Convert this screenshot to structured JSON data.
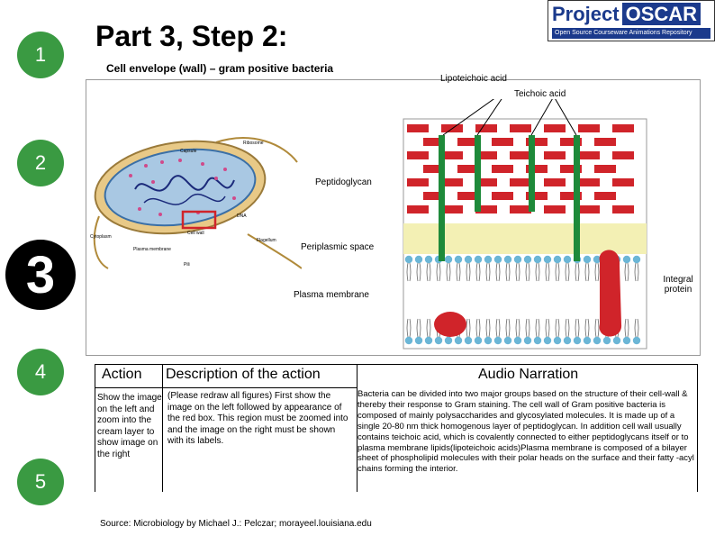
{
  "steps": [
    "1",
    "2",
    "3",
    "4",
    "5"
  ],
  "title": "Part 3, Step 2:",
  "subtitle": "Cell envelope (wall) – gram positive bacteria",
  "logo": {
    "word1": "Project",
    "word2": "OSCAR",
    "tagline": "Open Source Courseware Animations Repository"
  },
  "figure_labels": {
    "lipoteichoic": "Lipoteichoic acid",
    "teichoic": "Teichoic acid",
    "peptidoglycan": "Peptidoglycan",
    "periplasmic": "Periplasmic space",
    "plasma_membrane": "Plasma membrane",
    "integral_protein": "Integral protein",
    "ribosome": "Ribosome",
    "capsule": "Capsule",
    "dna": "DNA",
    "cytoplasm": "Cytoplasm",
    "plasma_membrane_small": "Plasma membrane",
    "cell_wall": "Cell wall",
    "flagellum": "Flagellum",
    "pili": "Pili"
  },
  "table": {
    "headers": {
      "action": "Action",
      "description": "Description of the action",
      "audio": "Audio Narration"
    },
    "action": "Show the image on the left and zoom into the cream layer to show image on the right",
    "description": "(Please redraw all figures) First show the image on the left followed by appearance of the red box. This region must be zoomed into and the image on the right must be shown with its labels.",
    "audio": "Bacteria can be divided into two major groups based on the structure of their cell-wall & thereby their response to Gram staining. The cell wall of Gram positive bacteria is composed of mainly polysaccharides and glycosylated molecules. It is made up of a single 20-80 nm thick homogenous layer of peptidoglycan. In addition cell wall usually contains teichoic acid, which is covalently connected to either peptidoglycans itself or to plasma membrane lipids(lipoteichoic acids)Plasma membrane is composed of a bilayer sheet of phospholipid molecules with their polar heads on the surface and their fatty -acyl chains forming the interior."
  },
  "source": "Source: Microbiology by Michael J.: Pelczar; morayeel.louisiana.edu",
  "colors": {
    "step_green": "#3a9a42",
    "brick_red": "#d0242a",
    "chain_green": "#1e8a3a",
    "periplasm_cream": "#f3f0b4",
    "lipid_blue": "#6bb6d6"
  }
}
